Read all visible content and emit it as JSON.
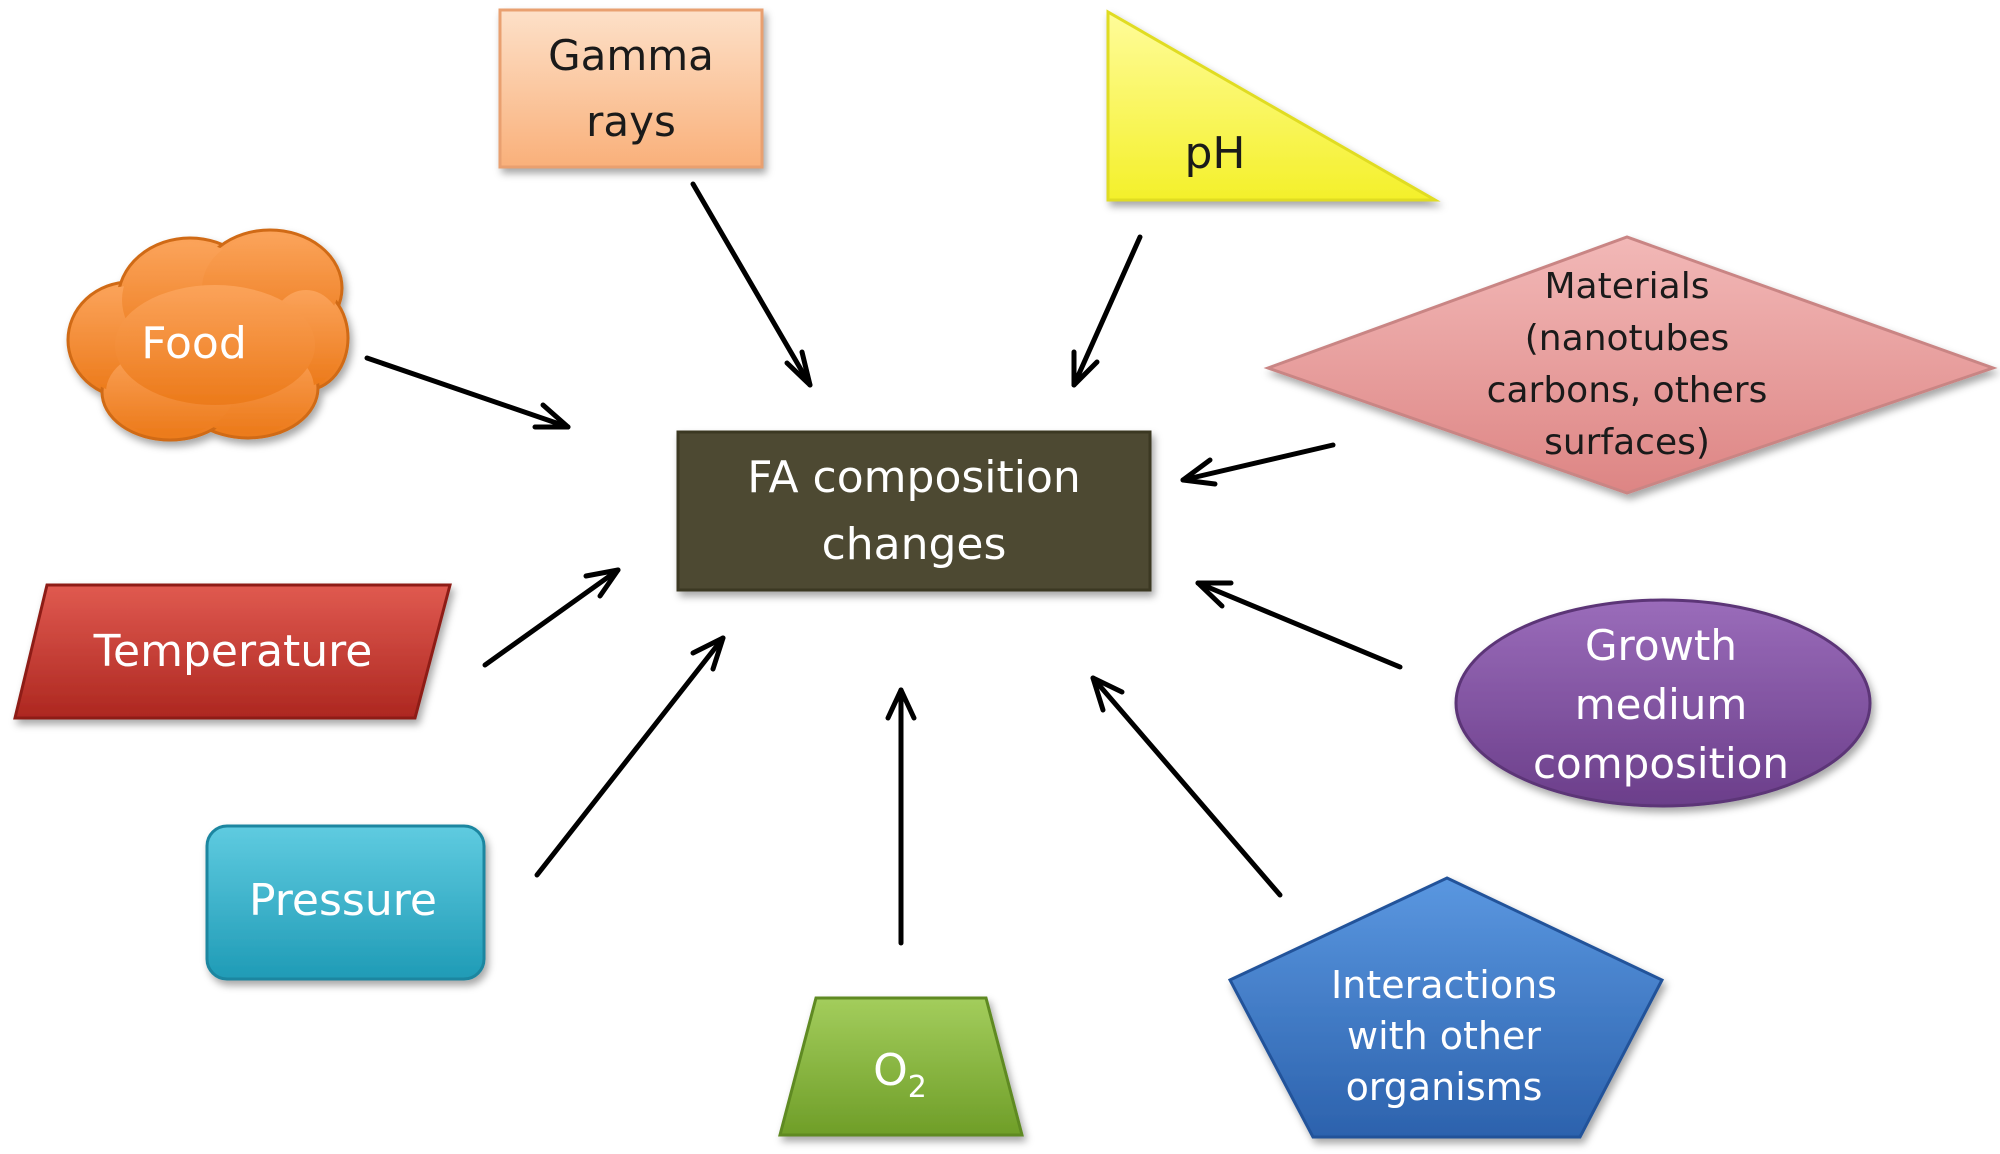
{
  "center": {
    "line1": "FA composition",
    "line2": "changes"
  },
  "factors": {
    "gamma_rays": {
      "line1": "Gamma",
      "line2": "rays"
    },
    "ph": {
      "label": "pH"
    },
    "food": {
      "label": "Food"
    },
    "materials": {
      "line1": "Materials",
      "line2": "(nanotubes",
      "line3": "carbons, others",
      "line4": "surfaces)"
    },
    "temperature": {
      "label": "Temperature"
    },
    "growth_medium": {
      "line1": "Growth",
      "line2": "medium",
      "line3": "composition"
    },
    "pressure": {
      "label": "Pressure"
    },
    "o2": {
      "base": "O",
      "sub": "2"
    },
    "interactions": {
      "line1": "Interactions",
      "line2": "with other",
      "line3": "organisms"
    }
  },
  "colors": {
    "center_fill": "#4e4a30",
    "gamma_fill": "#fcc9a0",
    "ph_fill": "#fbfb64",
    "food_fill": "#f68b2f",
    "materials_fill": "#e79c9b",
    "temperature_fill": "#c0362f",
    "growth_fill": "#7e4f9d",
    "pressure_fill": "#2fb2cc",
    "o2_fill": "#86b53b",
    "interactions_fill": "#3a78c8",
    "arrow": "#000000"
  }
}
